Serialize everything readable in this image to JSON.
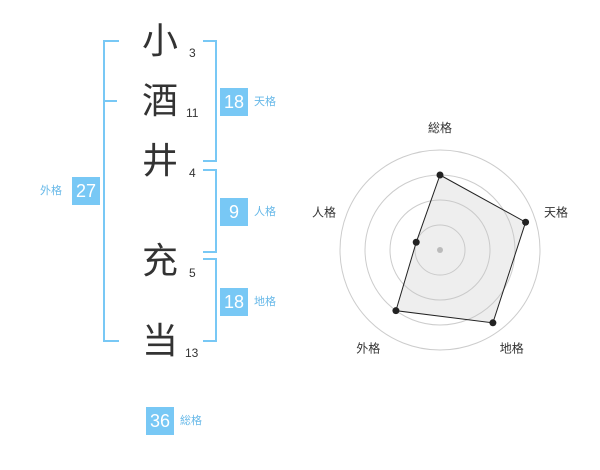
{
  "name": {
    "chars": [
      "小",
      "酒",
      "井",
      "充",
      "当"
    ],
    "strokes": [
      "3",
      "11",
      "4",
      "5",
      "13"
    ]
  },
  "scores": {
    "tenkaku": {
      "value": "18",
      "label": "天格"
    },
    "jinkaku": {
      "value": "9",
      "label": "人格"
    },
    "chikaku": {
      "value": "18",
      "label": "地格"
    },
    "gaikaku": {
      "value": "27",
      "label": "外格"
    },
    "soukaku": {
      "value": "36",
      "label": "総格"
    }
  },
  "chart_data": {
    "type": "radar",
    "axes": [
      "総格",
      "天格",
      "地格",
      "外格",
      "人格"
    ],
    "values": [
      0.75,
      0.9,
      0.9,
      0.75,
      0.25
    ],
    "range": [
      0,
      1
    ],
    "rings": 4
  }
}
